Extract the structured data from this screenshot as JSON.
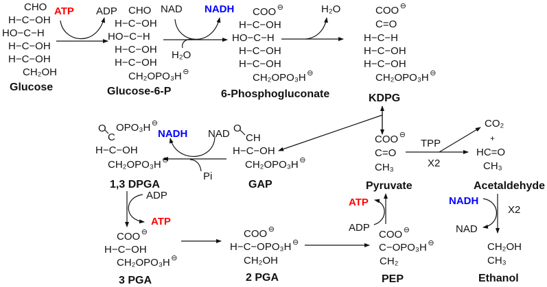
{
  "charge_symbol": "⊖",
  "molecules": {
    "glucose": {
      "name": "Glucose",
      "lines": [
        "CHO",
        "H−C−OH",
        "HO−C−H",
        "H−C−OH",
        "H−C−OH",
        "CH₂OH"
      ]
    },
    "g6p": {
      "name": "Glucose-6-P",
      "lines": [
        "CHO",
        "H−C−OH",
        "HO−C−H",
        "H−C−OH",
        "H−C−OH",
        "CH₂OPO₃H"
      ]
    },
    "pg6": {
      "name": "6-Phosphogluconate",
      "lines": [
        "COO",
        "H−C−OH",
        "HO−C−H",
        "H−C−OH",
        "H−C−OH",
        "CH₂OPO₃H"
      ]
    },
    "kdpg": {
      "name": "KDPG",
      "lines": [
        "COO",
        "C=O",
        "H−C−H",
        "H−C−OH",
        "H−C−OH",
        "CH₂OPO₃H"
      ]
    },
    "dpga": {
      "name": "1,3 DPGA",
      "lines": [
        "O",
        "OPO₃H",
        "C",
        "H−C−OH",
        "CH₂OPO₃H"
      ]
    },
    "gap": {
      "name": "GAP",
      "lines": [
        "O",
        "CH",
        "H−C−OH",
        "CH₂OPO₃H"
      ]
    },
    "pyruvate": {
      "name": "Pyruvate",
      "lines": [
        "COO",
        "C=O",
        "CH₃"
      ]
    },
    "acetaldehyde": {
      "name": "Acetaldehyde",
      "lines": [
        "CO₂",
        "+",
        "HC=O",
        "CH₃"
      ]
    },
    "pga3": {
      "name": "3 PGA",
      "lines": [
        "COO",
        "H−C−OH",
        "CH₂OPO₃H"
      ]
    },
    "pga2": {
      "name": "2 PGA",
      "lines": [
        "COO",
        "H−C−OPO₃H",
        "CH₂OH"
      ]
    },
    "pep": {
      "name": "PEP",
      "lines": [
        "COO",
        "C−OPO₃H",
        "CH₂"
      ]
    },
    "ethanol": {
      "name": "Ethanol",
      "lines": [
        "CH₂OH",
        "CH₃"
      ]
    }
  },
  "cofactors": {
    "atp1": "ATP",
    "adp1": "ADP",
    "nad1": "NAD",
    "nadh1": "NADH",
    "h2o1": "H₂O",
    "h2o2": "H₂O",
    "nadh2": "NADH",
    "nad2": "NAD",
    "pi": "Pi",
    "adp2": "ADP",
    "atp2": "ATP",
    "tpp": "TPP",
    "x2a": "X2",
    "atp3": "ATP",
    "adp3": "ADP",
    "nadh3": "NADH",
    "nad3": "NAD",
    "x2b": "X2"
  },
  "colors": {
    "atp": "#ff0000",
    "nadh": "#0000ff",
    "ink": "#111111"
  }
}
